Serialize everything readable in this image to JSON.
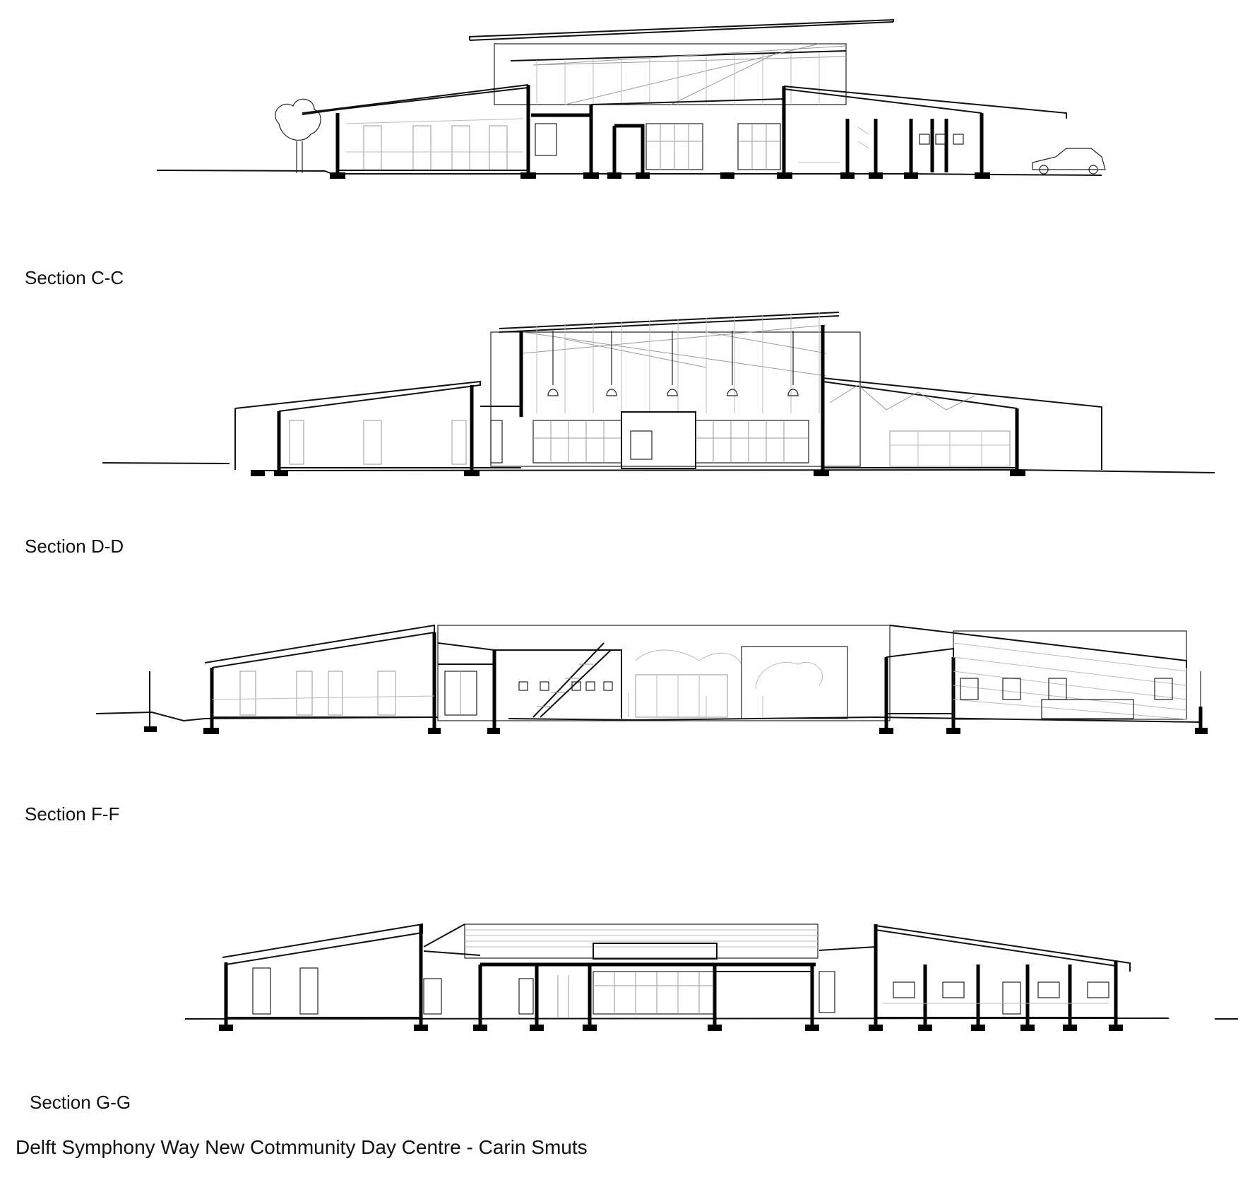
{
  "sections": [
    {
      "id": "c-c",
      "label": "Section C-C"
    },
    {
      "id": "d-d",
      "label": "Section D-D"
    },
    {
      "id": "f-f",
      "label": "Section F-F"
    },
    {
      "id": "g-g",
      "label": "Section G-G"
    }
  ],
  "caption": "Delft Symphony Way New Cotmmunity Day Centre - Carin Smuts"
}
